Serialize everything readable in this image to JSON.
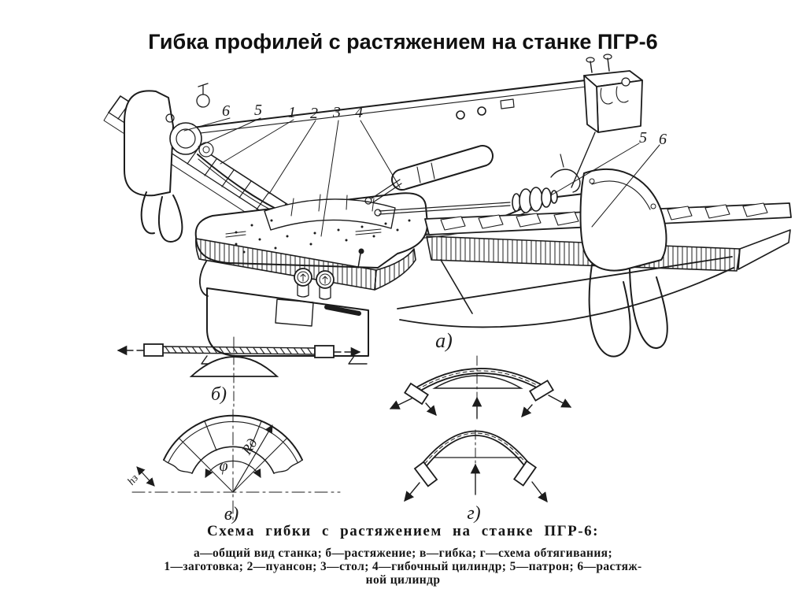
{
  "slide": {
    "title": "Гибка профилей с растяжением на станке ПГР-6",
    "background": "#ffffff",
    "ink_color": "#1c1c1c"
  },
  "figure": {
    "callouts": {
      "left": [
        "6",
        "5",
        "1",
        "2",
        "3",
        "4"
      ],
      "right": [
        "5",
        "6"
      ]
    },
    "part_labels": {
      "a": "а)",
      "b": "б)",
      "v": "в)",
      "g": "г)"
    },
    "dimensions": {
      "radius": "Rд",
      "angle": "φ",
      "height": "hз"
    }
  },
  "caption": {
    "heading": "Схема гибки с растяжением на станке ПГР-6:",
    "legend_line1": "а—общий вид станка; б—растяжение; в—гибка; г—схема обтягивания;",
    "legend_line2": "1—заготовка; 2—пуансон; 3—стол; 4—гибочный цилиндр; 5—патрон; 6—растяж-",
    "legend_line3": "ной цилиндр"
  }
}
